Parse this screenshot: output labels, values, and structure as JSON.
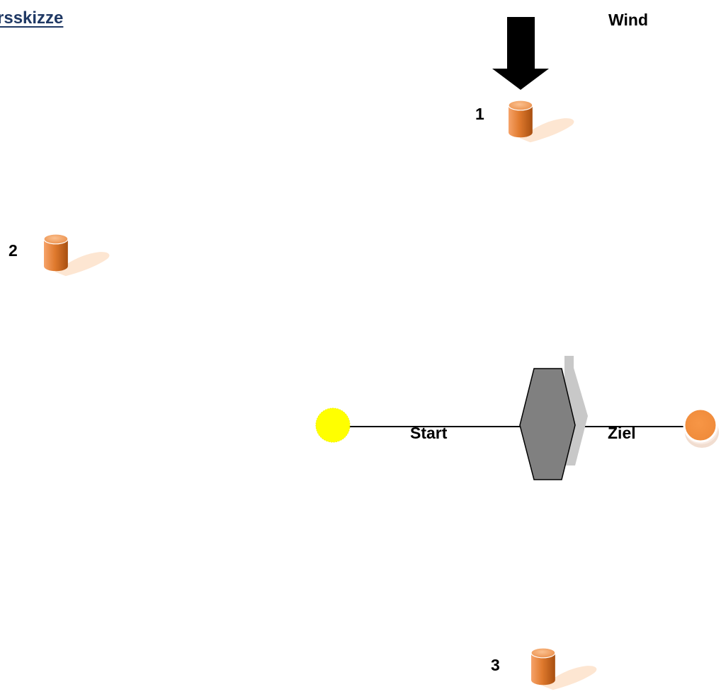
{
  "sketch": {
    "title": "rsskizze",
    "wind_label": "Wind",
    "start_label": "Start",
    "finish_label": "Ziel",
    "buoys": [
      {
        "number": "1"
      },
      {
        "number": "2"
      },
      {
        "number": "3"
      }
    ]
  },
  "colors": {
    "title_text": "#1f3864",
    "buoy_orange": "#e07a2e",
    "buoy_shadow": "#fde6d2",
    "start_buoy": "#ffff00",
    "finish_buoy": "#f79646",
    "committee_boat": "#808080",
    "committee_boat_shadow": "#c8c8c8",
    "wind_arrow": "#000000"
  },
  "icons": {
    "wind_arrow": "down-arrow-icon",
    "buoy": "cylinder-buoy-icon",
    "start_buoy": "yellow-ball-icon",
    "finish_buoy": "orange-ball-icon",
    "committee_boat": "hexagon-boat-icon"
  }
}
